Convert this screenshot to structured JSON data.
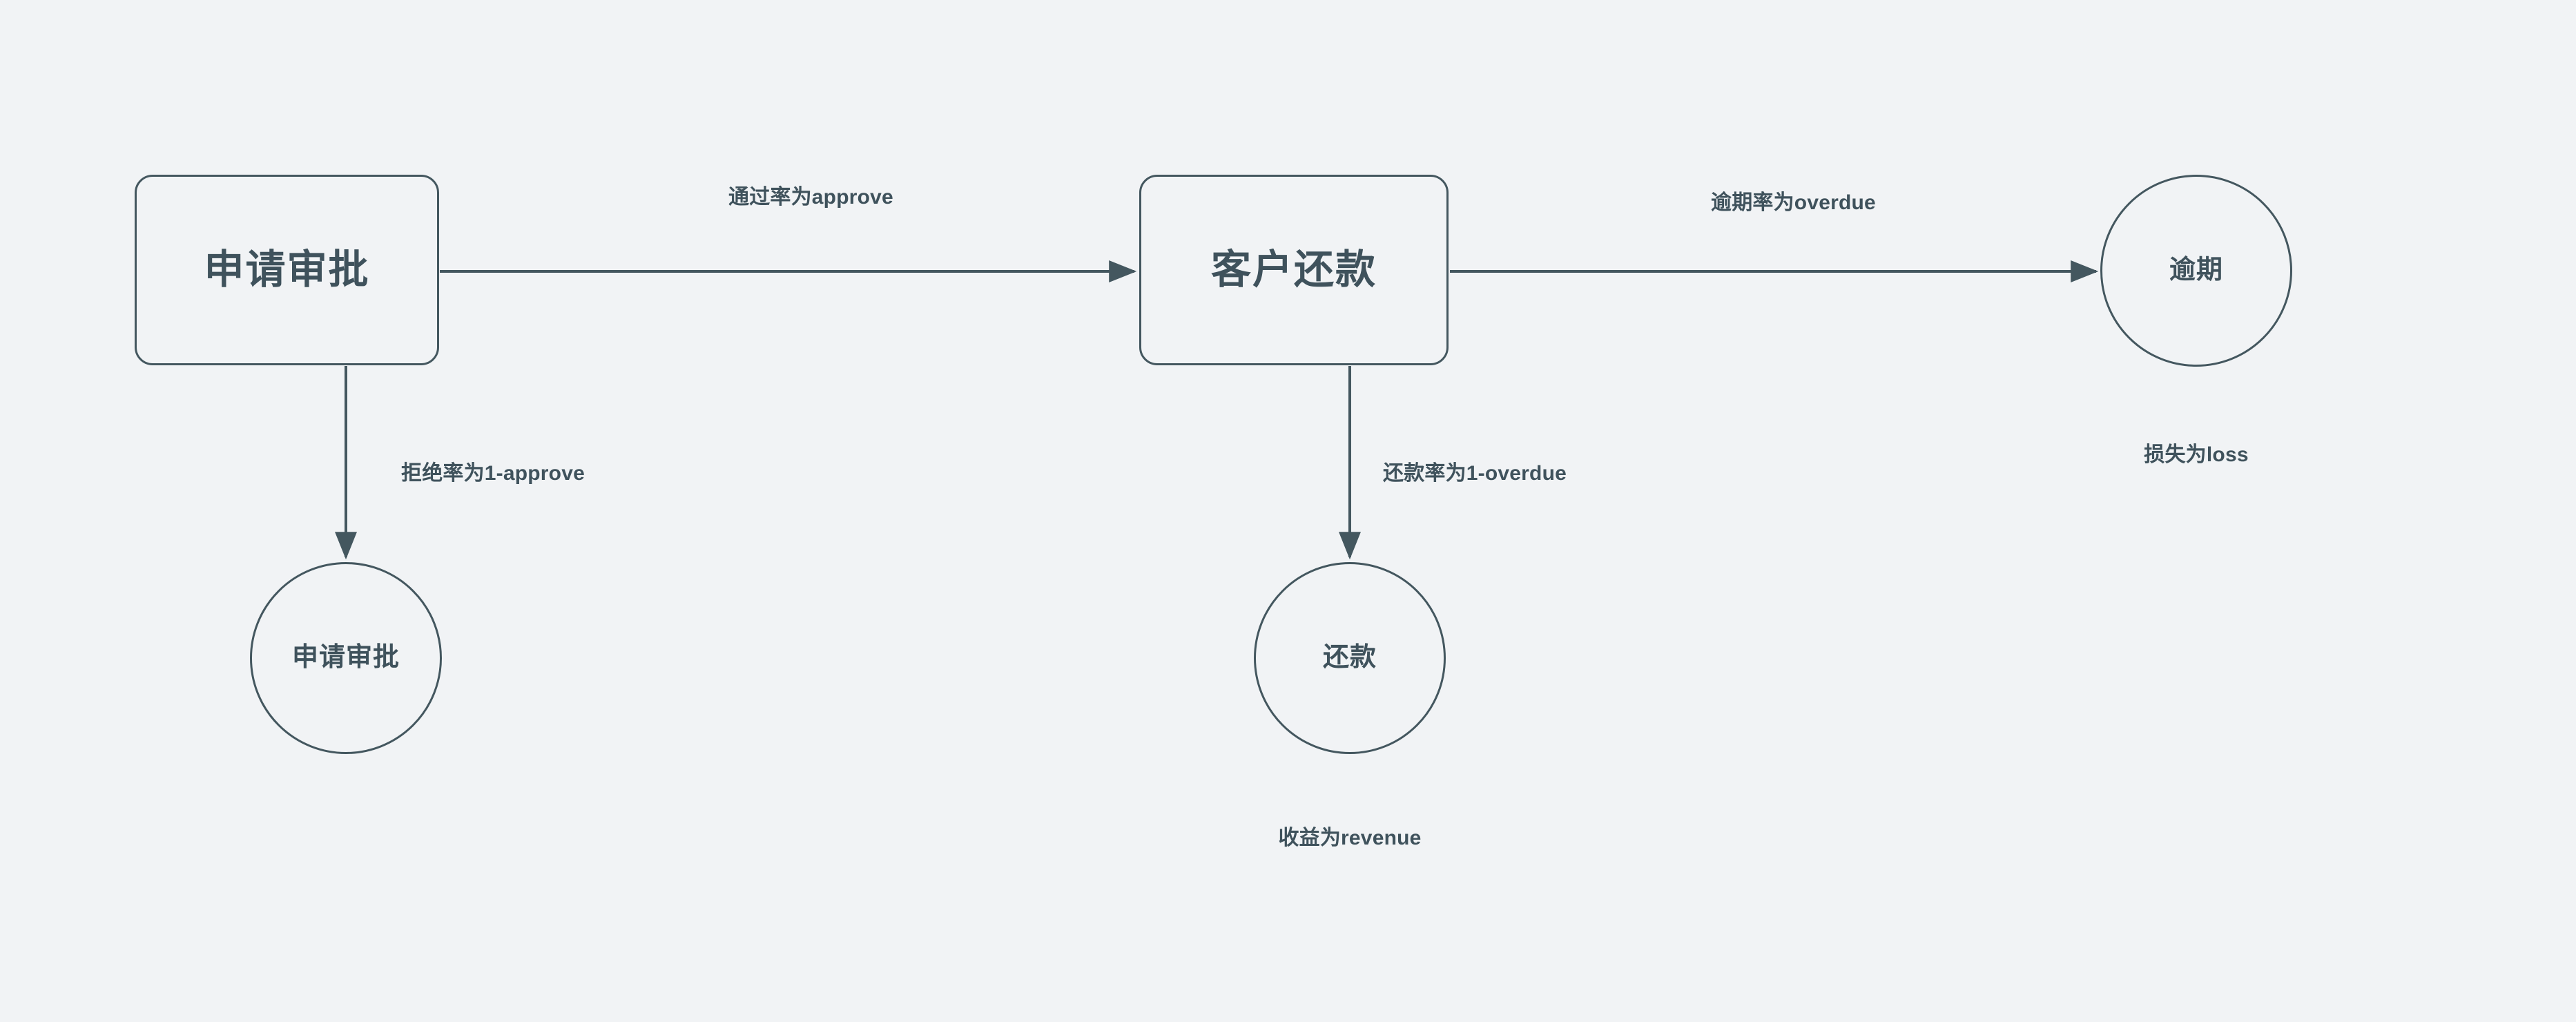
{
  "diagram": {
    "type": "flowchart",
    "background_color": "#f1f3f5",
    "stroke_color": "#44575f",
    "text_color": "#3f525c",
    "nodes": [
      {
        "id": "apply",
        "label": "申请审批",
        "shape": "rounded-rectangle"
      },
      {
        "id": "reject",
        "label": "申请审批",
        "shape": "circle"
      },
      {
        "id": "repay_process",
        "label": "客户还款",
        "shape": "rounded-rectangle"
      },
      {
        "id": "repaid",
        "label": "还款",
        "shape": "circle"
      },
      {
        "id": "overdue",
        "label": "逾期",
        "shape": "circle"
      }
    ],
    "edges": [
      {
        "id": "apply-to-repay",
        "from": "apply",
        "to": "repay_process",
        "label": "通过率为approve"
      },
      {
        "id": "apply-to-reject",
        "from": "apply",
        "to": "reject",
        "label": "拒绝率为1-approve"
      },
      {
        "id": "repay-to-overdue",
        "from": "repay_process",
        "to": "overdue",
        "label": "逾期率为overdue"
      },
      {
        "id": "repay-to-repaid",
        "from": "repay_process",
        "to": "repaid",
        "label": "还款率为1-overdue"
      }
    ],
    "captions": [
      {
        "id": "overdue-caption",
        "for": "overdue",
        "text": "损失为loss"
      },
      {
        "id": "repaid-caption",
        "for": "repaid",
        "text": "收益为revenue"
      }
    ]
  }
}
